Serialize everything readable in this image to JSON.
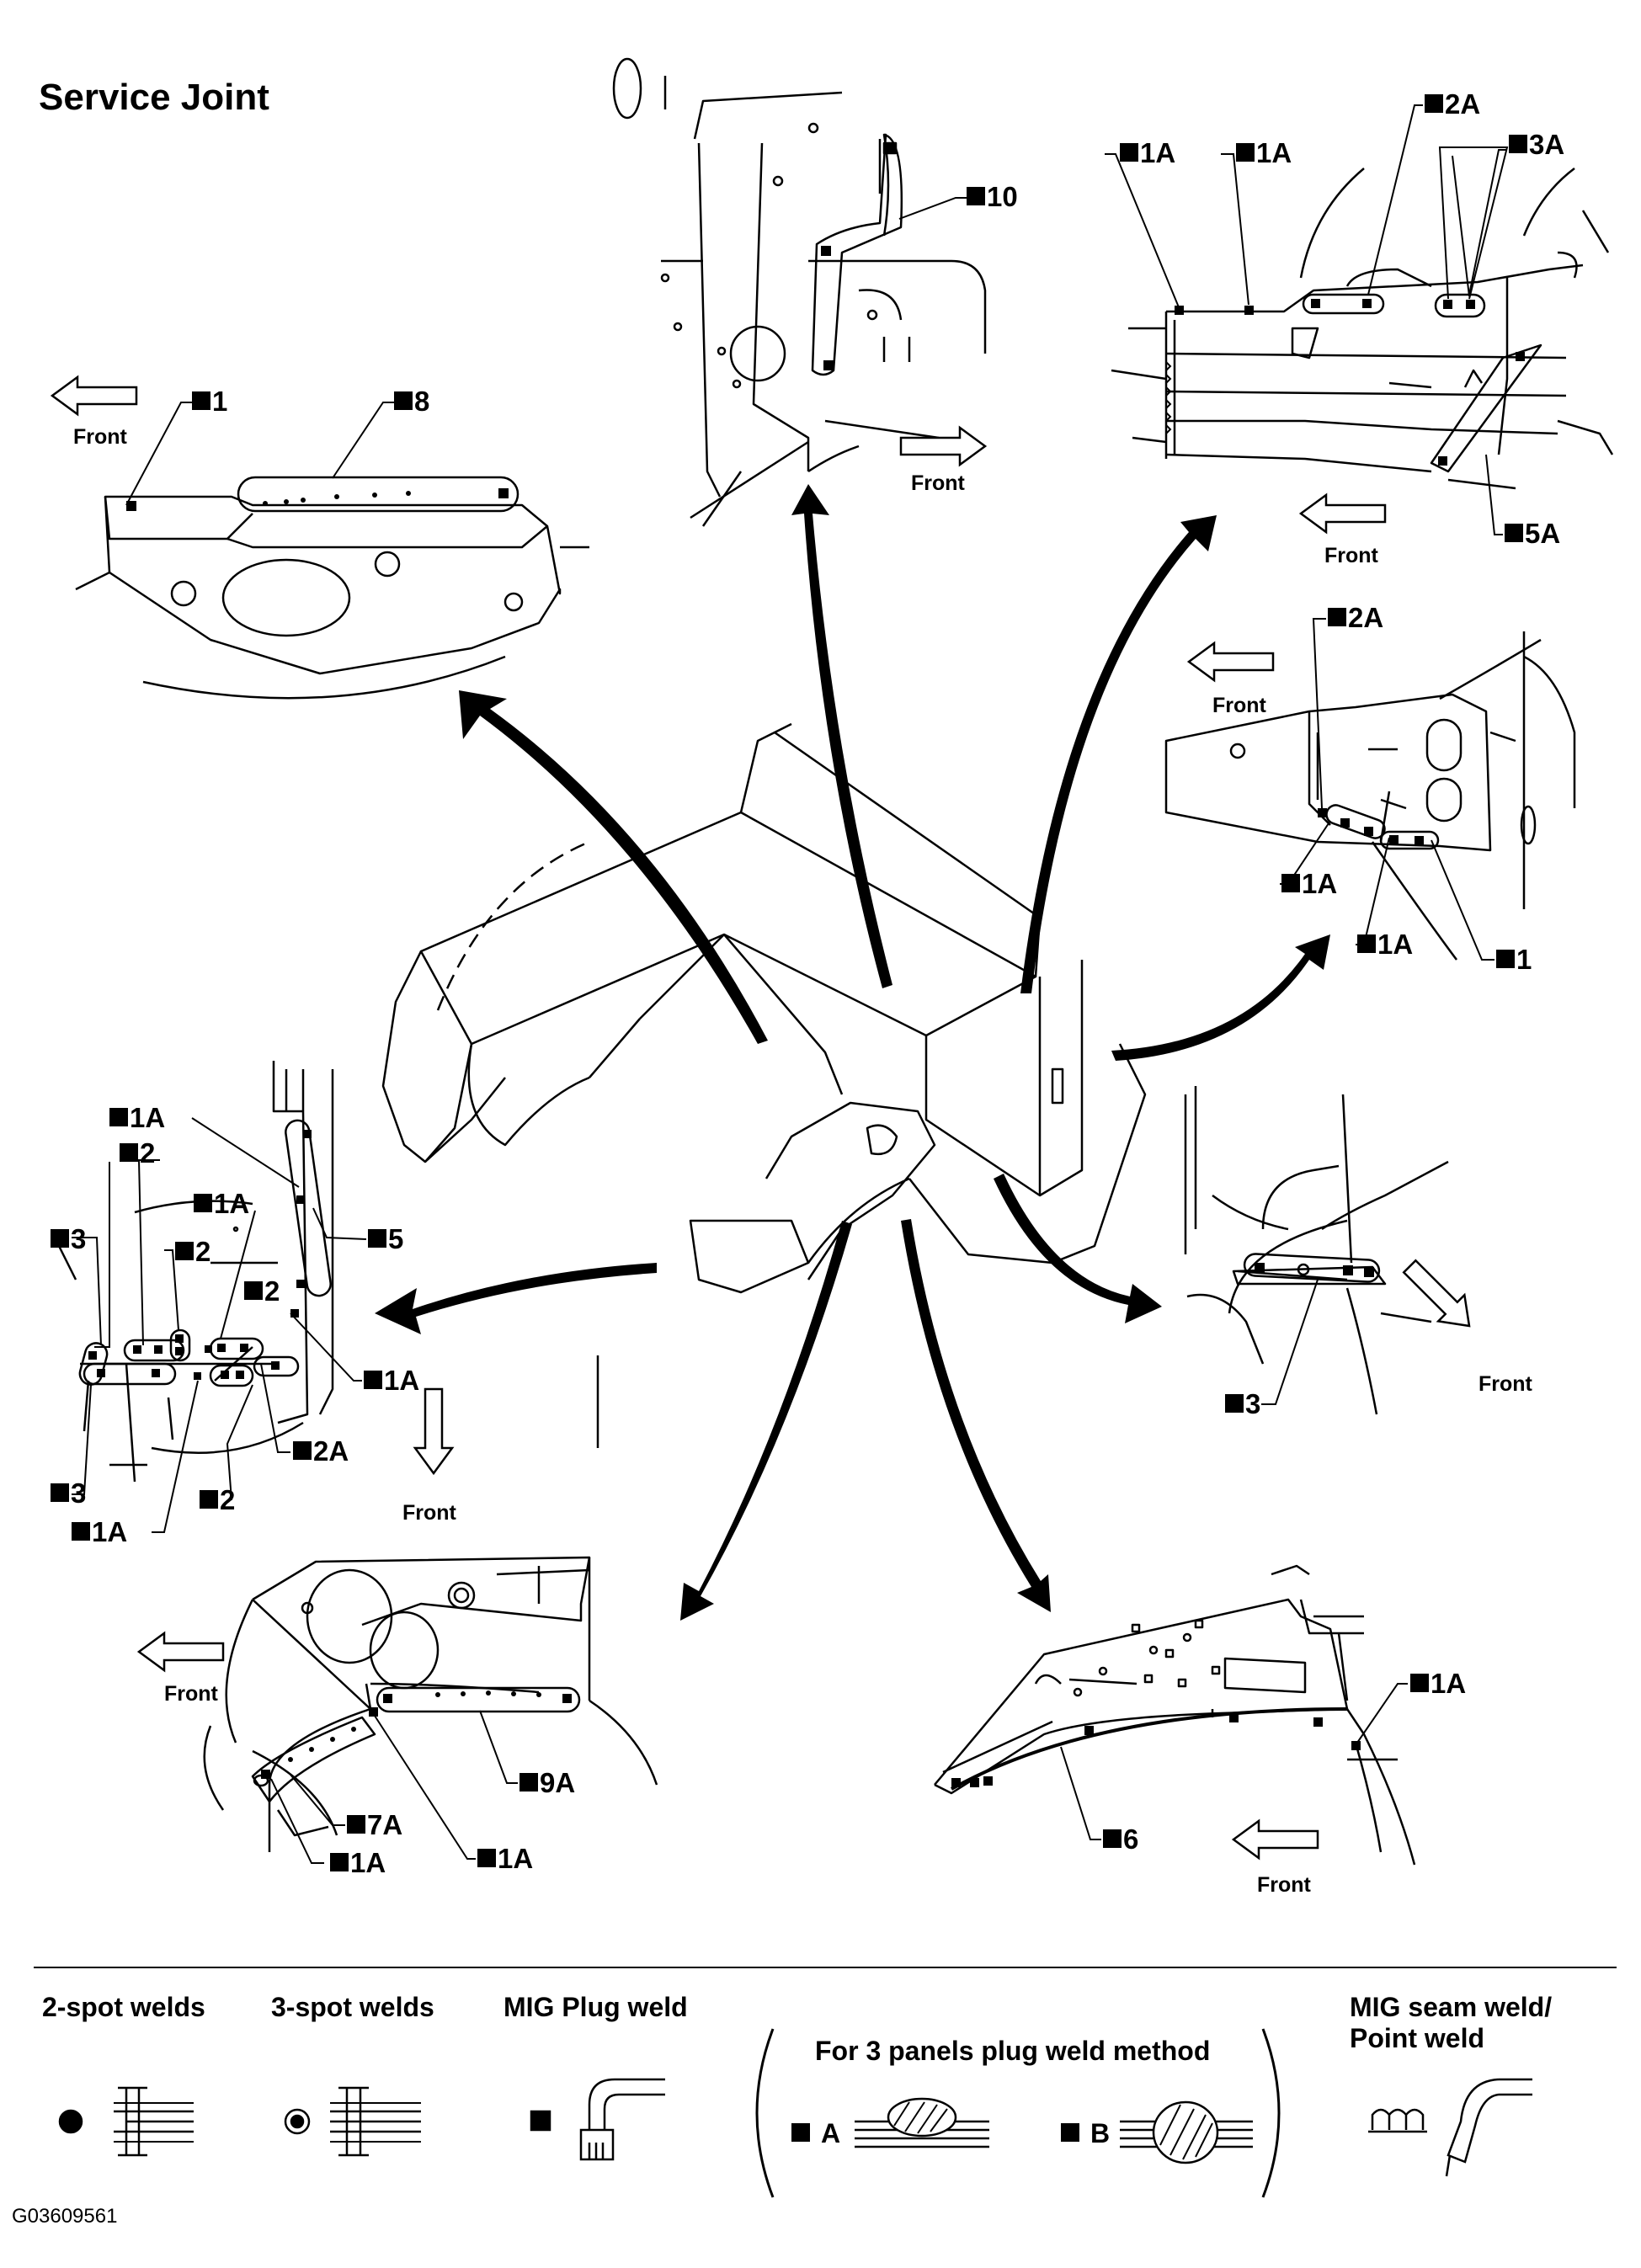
{
  "title": "Service Joint",
  "front_text": "Front",
  "labels": [
    {
      "id": "v1-1",
      "text": "1"
    },
    {
      "id": "v1-8",
      "text": "8"
    },
    {
      "id": "v2-10",
      "text": "10"
    },
    {
      "id": "v3-1a-a",
      "text": "1A"
    },
    {
      "id": "v3-1a-b",
      "text": "1A"
    },
    {
      "id": "v3-2a",
      "text": "2A"
    },
    {
      "id": "v3-3a",
      "text": "3A"
    },
    {
      "id": "v3-5a",
      "text": "5A"
    },
    {
      "id": "v4-2a",
      "text": "2A"
    },
    {
      "id": "v4-1a-a",
      "text": "1A"
    },
    {
      "id": "v4-1a-b",
      "text": "1A"
    },
    {
      "id": "v4-1",
      "text": "1"
    },
    {
      "id": "v5-1a-top",
      "text": "1A"
    },
    {
      "id": "v5-2-top",
      "text": "2"
    },
    {
      "id": "v5-1a-mid",
      "text": "1A"
    },
    {
      "id": "v5-5",
      "text": "5"
    },
    {
      "id": "v5-3-left",
      "text": "3"
    },
    {
      "id": "v5-2-mid",
      "text": "2"
    },
    {
      "id": "v5-2-right",
      "text": "2"
    },
    {
      "id": "v5-1a-right",
      "text": "1A"
    },
    {
      "id": "v5-2a",
      "text": "2A"
    },
    {
      "id": "v5-3-bot",
      "text": "3"
    },
    {
      "id": "v5-2-bot",
      "text": "2"
    },
    {
      "id": "v5-1a-bot",
      "text": "1A"
    },
    {
      "id": "v6-3",
      "text": "3"
    },
    {
      "id": "v7-9a",
      "text": "9A"
    },
    {
      "id": "v7-7a",
      "text": "7A"
    },
    {
      "id": "v7-1a-a",
      "text": "1A"
    },
    {
      "id": "v7-1a-b",
      "text": "1A"
    },
    {
      "id": "v8-1a",
      "text": "1A"
    },
    {
      "id": "v8-6",
      "text": "6"
    }
  ],
  "legend": {
    "two_spot": "2-spot welds",
    "three_spot": "3-spot welds",
    "mig_plug": "MIG Plug weld",
    "three_panels": "For 3 panels plug weld method",
    "method_a": "A",
    "method_b": "B",
    "mig_seam_line1": "MIG seam weld/",
    "mig_seam_line2": "Point weld"
  },
  "figure_code": "G03609561"
}
